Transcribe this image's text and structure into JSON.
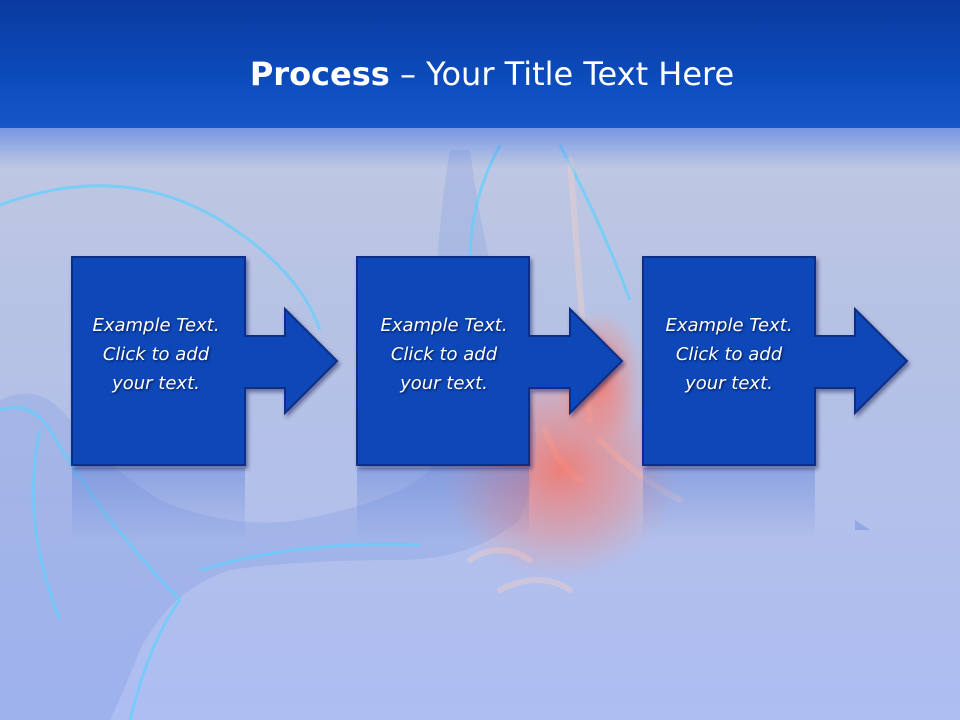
{
  "slide": {
    "title_bold": "Process",
    "title_rest": " – Your Title Text Here"
  },
  "steps": [
    {
      "line1": "Example Text.",
      "line2": "Click  to add",
      "line3": "your text."
    },
    {
      "line1": "Example Text.",
      "line2": "Click  to add",
      "line3": "your text."
    },
    {
      "line1": "Example Text.",
      "line2": "Click  to add",
      "line3": "your text."
    }
  ],
  "colors": {
    "header": "#0c4bbb",
    "box_fill": "#0d47b8",
    "box_border": "#082f86",
    "text": "#ffffff"
  }
}
